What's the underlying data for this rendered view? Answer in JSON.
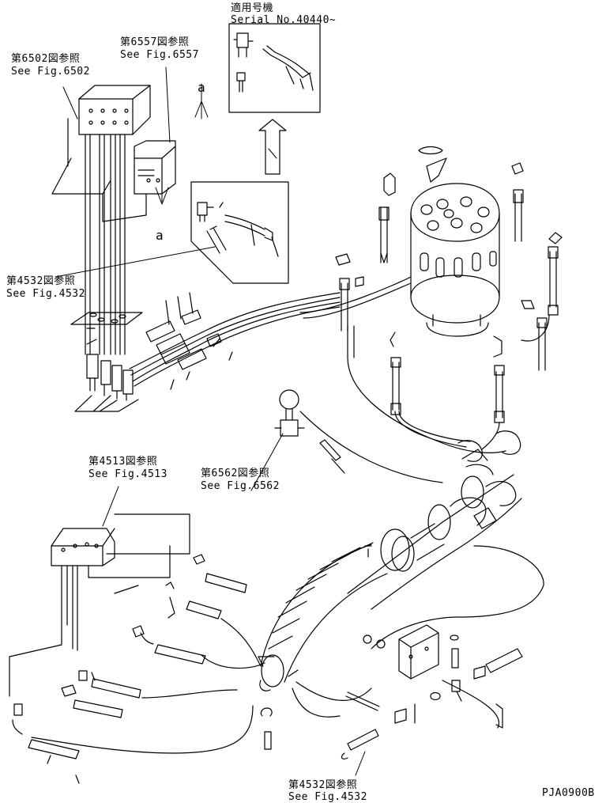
{
  "applicability": {
    "title": "適用号機",
    "serial": "Serial No.40440~"
  },
  "references": {
    "fig6502": {
      "jp": "第6502図参照",
      "en": "See Fig.6502"
    },
    "fig6557": {
      "jp": "第6557図参照",
      "en": "See Fig.6557"
    },
    "fig4532_left": {
      "jp": "第4532図参照",
      "en": "See Fig.4532"
    },
    "fig6562": {
      "jp": "第6562図参照",
      "en": "See Fig.6562"
    },
    "fig4513": {
      "jp": "第4513図参照",
      "en": "See Fig.4513"
    },
    "fig4532_bottom": {
      "jp": "第4532図参照",
      "en": "See Fig.4532"
    }
  },
  "markers": {
    "upper": "a",
    "lower": "a"
  },
  "drawing_code": "PJA0900B"
}
